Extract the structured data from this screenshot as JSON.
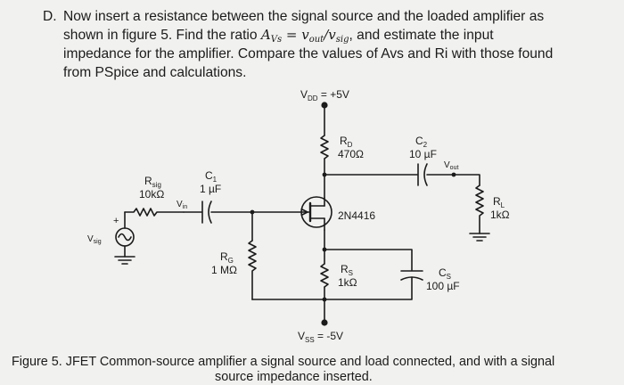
{
  "question": {
    "item_letter": "D.",
    "line1": "Now insert a resistance between the signal source and the loaded amplifier as",
    "line2_a": "shown in figure 5.   Find the ratio",
    "line2_math_lhs": "A",
    "line2_math_lhs_sub": "Vs",
    "line2_math_eq": " = ",
    "line2_math_num": "v",
    "line2_math_num_sub": "out",
    "line2_math_slash": "/",
    "line2_math_den": "v",
    "line2_math_den_sub": "sig",
    "line2_b": ",  and estimate the input",
    "line3": "impedance for the amplifier. Compare the values of Avs and Ri with those found",
    "line4": "from PSpice and calculations."
  },
  "circuit": {
    "vdd": "VDD = +5V",
    "vdd_main": "V",
    "vdd_sub": "DD",
    "vdd_val": " = +5V",
    "vss_main": "V",
    "vss_sub": "SS",
    "vss_val": " = -5V",
    "rd_name": "R",
    "rd_sub": "D",
    "rd_value": "470Ω",
    "c2_name": "C",
    "c2_sub": "2",
    "c2_value": "10 µF",
    "vout_main": "V",
    "vout_sub": "out",
    "rsig_name": "R",
    "rsig_sub": "sig",
    "rsig_value": "10kΩ",
    "c1_name": "C",
    "c1_sub": "1",
    "c1_value": "1 µF",
    "vin_main": "V",
    "vin_sub": "in",
    "transistor": "2N4416",
    "rl_name": "R",
    "rl_sub": "L",
    "rl_value": "1kΩ",
    "vsig_main": "V",
    "vsig_sub": "sig",
    "plus": "+",
    "rg_name": "R",
    "rg_sub": "G",
    "rg_value": "1 MΩ",
    "rs_name": "R",
    "rs_sub": "S",
    "rs_value": "1kΩ",
    "cs_name": "C",
    "cs_sub": "S",
    "cs_value": "100 µF"
  },
  "caption": {
    "line1": "Figure 5. JFET Common-source amplifier a signal source and load connected, and with a signal",
    "line2": "source impedance inserted."
  },
  "colors": {
    "ink": "#1b1b1b",
    "paper": "#f1f1ef"
  }
}
